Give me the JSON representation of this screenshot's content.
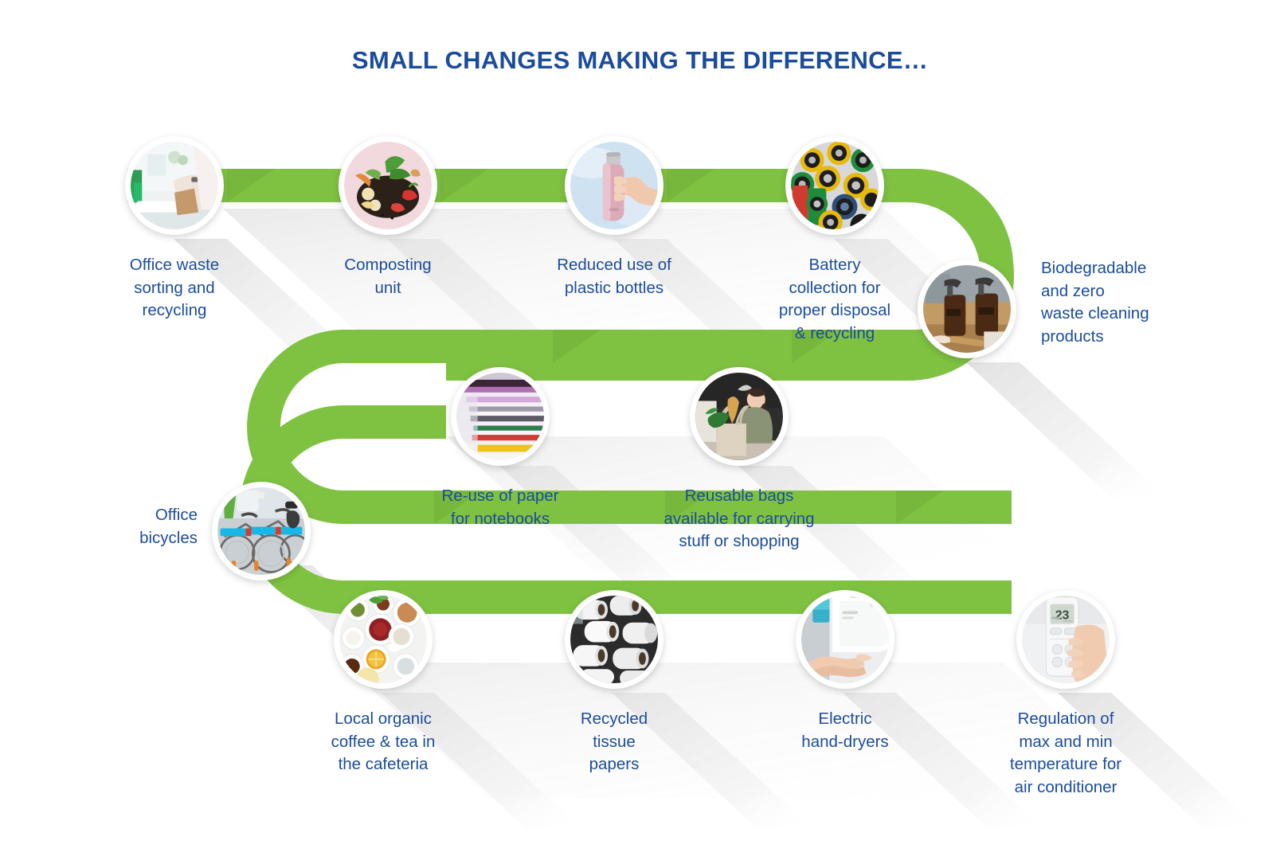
{
  "page": {
    "title": "SMALL CHANGES MAKING THE DIFFERENCE…",
    "background_color": "#FFFFFF",
    "title_color": "#1B4C9C",
    "ribbon_color": "#7FC242",
    "ribbon_shade_color": "#6FAE38",
    "label_color": "#1B4C9C",
    "shadow_color": "#E9E9E9"
  },
  "steps": [
    {
      "id": "office-waste-sorting",
      "label": "Office waste\nsorting and\nrecycling",
      "image": "office-waste-bin-photo",
      "label_position": "below",
      "row": 1
    },
    {
      "id": "composting-unit",
      "label": "Composting\nunit",
      "image": "compost-food-scraps-photo",
      "label_position": "below",
      "row": 1
    },
    {
      "id": "reduced-plastic-bottles",
      "label": "Reduced use of\nplastic bottles",
      "image": "reusable-bottle-in-hand-photo",
      "label_position": "below",
      "row": 1
    },
    {
      "id": "battery-collection",
      "label": "Battery\ncollection for\nproper disposal\n& recycling",
      "image": "batteries-photo",
      "label_position": "below",
      "row": 1
    },
    {
      "id": "biodegradable-cleaning-products",
      "label": "Biodegradable\nand zero\nwaste cleaning\nproducts",
      "image": "spray-bottles-cleaning-photo",
      "label_position": "right",
      "row": 1.5
    },
    {
      "id": "reuse-paper-notebooks",
      "label": "Re-use of paper\nfor notebooks",
      "image": "stacked-papers-photo",
      "label_position": "below",
      "row": 2
    },
    {
      "id": "reusable-bags",
      "label": "Reusable bags\navailable for carrying\nstuff or shopping",
      "image": "woman-with-tote-bag-photo",
      "label_position": "below",
      "row": 2
    },
    {
      "id": "office-bicycles",
      "label": "Office\nbicycles",
      "image": "parked-bicycles-photo",
      "label_position": "left",
      "row": 2.5
    },
    {
      "id": "local-organic-coffee-tea",
      "label": "Local organic\ncoffee & tea in\nthe cafeteria",
      "image": "tea-and-coffee-cups-photo",
      "label_position": "below",
      "row": 3
    },
    {
      "id": "recycled-tissue-papers",
      "label": "Recycled\ntissue\npapers",
      "image": "tissue-paper-rolls-photo",
      "label_position": "below",
      "row": 3
    },
    {
      "id": "electric-hand-dryers",
      "label": "Electric\nhand-dryers",
      "image": "hand-dryer-photo",
      "label_position": "below",
      "row": 3
    },
    {
      "id": "air-conditioner-regulation",
      "label": "Regulation of\nmax and min\ntemperature for\nair conditioner",
      "image": "ac-remote-control-photo",
      "label_position": "below",
      "row": 3,
      "display_value": "23"
    }
  ]
}
